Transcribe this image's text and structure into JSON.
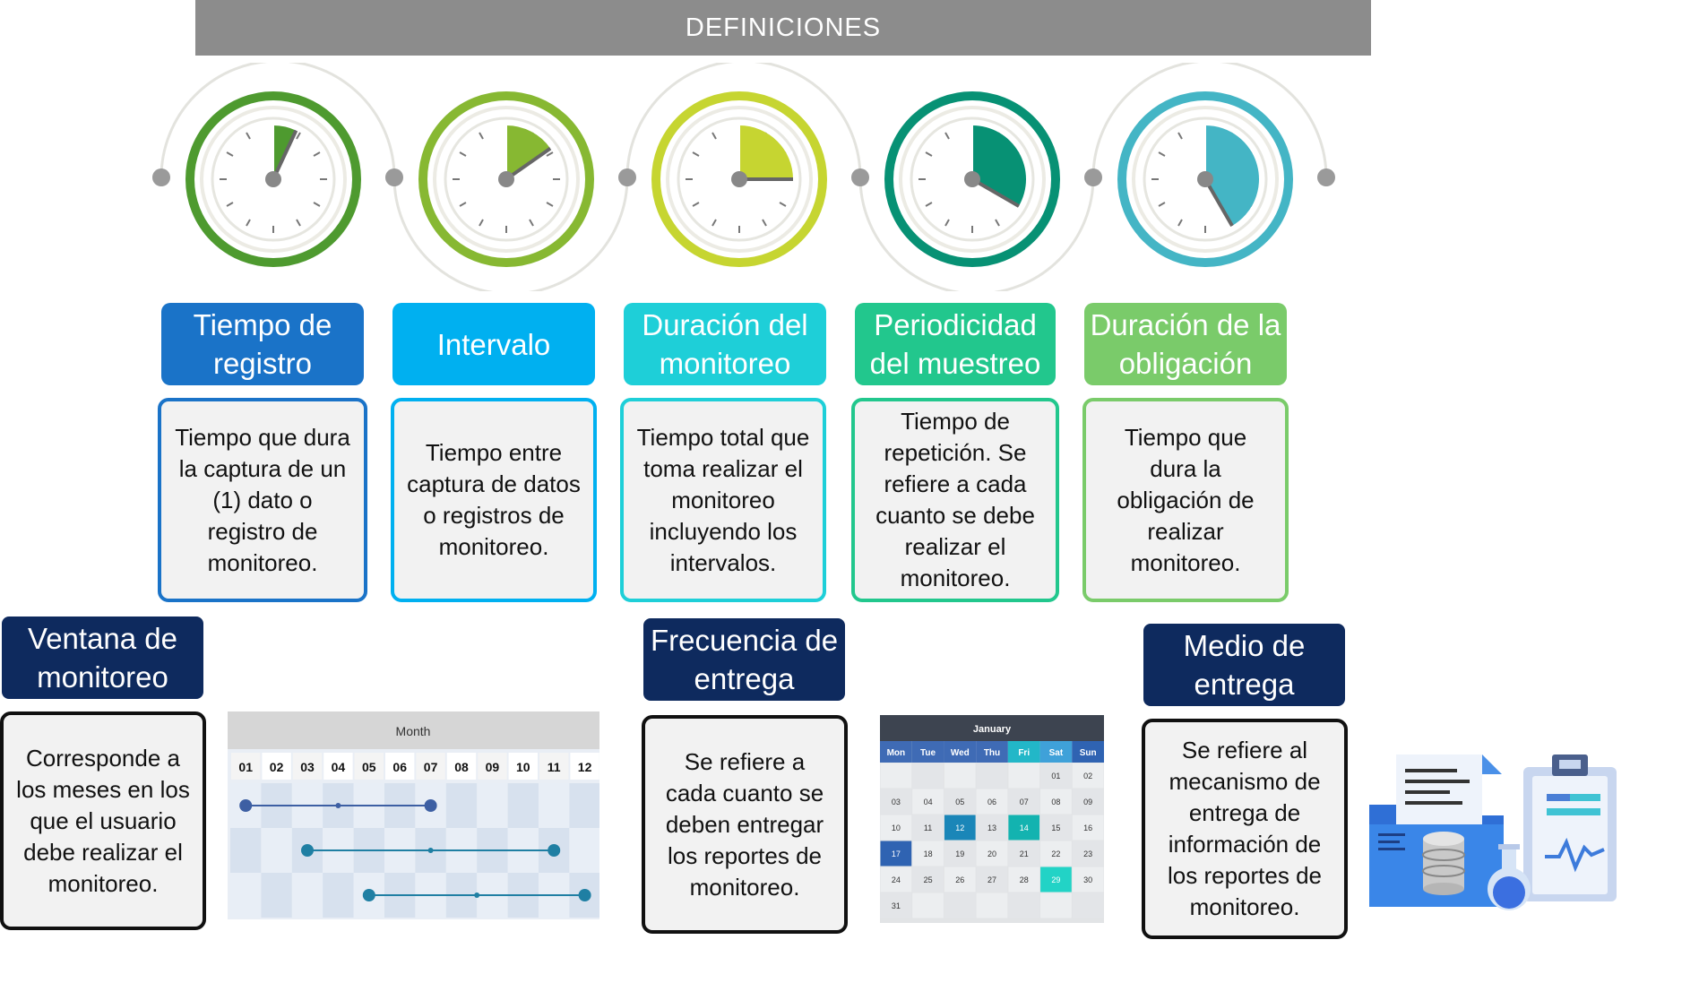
{
  "header": {
    "title": "DEFINICIONES"
  },
  "colors": {
    "clock_1": "#4e9a2f",
    "clock_2": "#87b832",
    "clock_3": "#c6d531",
    "clock_4": "#079174",
    "clock_5": "#44b5c5",
    "box_1": "#1a73c8",
    "box_2": "#00b0f0",
    "box_3": "#1ecfd8",
    "box_4": "#22c78d",
    "box_5": "#7acb6a",
    "navy": "#0e2a5e"
  },
  "definitions": [
    {
      "title": "Tiempo de registro",
      "description": "Tiempo que dura la captura de un (1) dato o registro de monitoreo."
    },
    {
      "title": "Intervalo",
      "description": "Tiempo entre captura de datos o registros de monitoreo."
    },
    {
      "title": "Duración del monitoreo",
      "description": "Tiempo total que toma realizar el monitoreo incluyendo los intervalos."
    },
    {
      "title": "Periodicidad del muestreo",
      "description": "Tiempo de repetición. Se refiere a cada cuanto se debe realizar el monitoreo."
    },
    {
      "title": "Duración de la obligación",
      "description": "Tiempo que dura la obligación de realizar monitoreo."
    }
  ],
  "lower": [
    {
      "title": "Ventana de monitoreo",
      "description": "Corresponde a los meses en los que el usuario debe realizar el monitoreo."
    },
    {
      "title": "Frecuencia de entrega",
      "description": "Se refiere a cada cuanto se deben entregar los reportes de monitoreo."
    },
    {
      "title": "Medio de entrega",
      "description": "Se refiere al mecanismo de entrega de información de los reportes de monitoreo."
    }
  ],
  "month_chart": {
    "title": "Month",
    "months": [
      "01",
      "02",
      "03",
      "04",
      "05",
      "06",
      "07",
      "08",
      "09",
      "10",
      "11",
      "12"
    ]
  },
  "calendar": {
    "month": "January",
    "days": [
      "Mon",
      "Tue",
      "Wed",
      "Thu",
      "Fri",
      "Sat",
      "Sun"
    ],
    "cells": [
      "",
      "",
      "",
      "",
      "",
      "01",
      "02",
      "03",
      "04",
      "05",
      "06",
      "07",
      "08",
      "09",
      "10",
      "11",
      "12",
      "13",
      "14",
      "15",
      "16",
      "17",
      "18",
      "19",
      "20",
      "21",
      "22",
      "23",
      "24",
      "25",
      "26",
      "27",
      "28",
      "29",
      "30",
      "31",
      "",
      "",
      "",
      "",
      "",
      ""
    ]
  }
}
